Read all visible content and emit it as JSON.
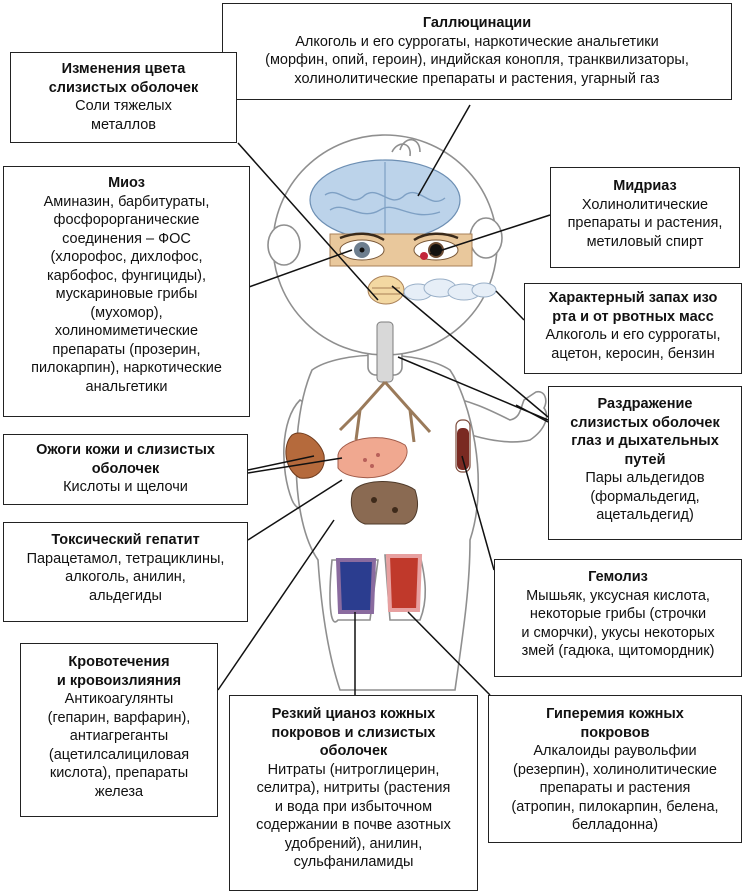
{
  "boxes": {
    "hallucinations": {
      "title": "Галлюцинации",
      "lines": [
        "Алкоголь и его суррогаты, наркотические анальгетики",
        "(морфин, опий, героин), индийская конопля, транквилизаторы,",
        "холинолитические препараты и растения, угарный газ"
      ]
    },
    "mucosa_color": {
      "title_lines": [
        "Изменения цвета",
        "слизистых оболочек"
      ],
      "lines": [
        "Соли тяжелых",
        "металлов"
      ]
    },
    "miosis": {
      "title": "Миоз",
      "lines": [
        "Аминазин, барбитураты,",
        "фосфорорганические",
        "соединения – ФОС",
        "(хлорофос, дихлофос,",
        "карбофос, фунгициды),",
        "мускариновые грибы",
        "(мухомор),",
        "холиномиметические",
        "препараты (прозерин,",
        "пилокарпин), наркотические",
        "анальгетики"
      ]
    },
    "mydriasis": {
      "title": "Мидриаз",
      "lines": [
        "Холинолитические",
        "препараты и растения,",
        "метиловый спирт"
      ]
    },
    "odor": {
      "title_lines": [
        "Характерный запах изо",
        "рта и от рвотных масс"
      ],
      "lines": [
        "Алкоголь и его суррогаты,",
        "ацетон, керосин, бензин"
      ]
    },
    "irritation": {
      "title_lines": [
        "Раздражение",
        "слизистых оболочек",
        "глаз и дыхательных",
        "путей"
      ],
      "lines": [
        "Пары альдегидов",
        "(формальдегид,",
        "ацетальдегид)"
      ]
    },
    "burns": {
      "title_lines": [
        "Ожоги кожи и слизистых",
        "оболочек"
      ],
      "lines": [
        "Кислоты и щелочи"
      ]
    },
    "hepatitis": {
      "title": "Токсический гепатит",
      "lines": [
        "Парацетамол, тетрациклины,",
        "алкоголь, анилин,",
        "альдегиды"
      ]
    },
    "hemolysis": {
      "title": "Гемолиз",
      "lines": [
        "Мышьяк, уксусная кислота,",
        "некоторые грибы (строчки",
        "и сморчки), укусы некоторых",
        "змей (гадюка, щитомордник)"
      ]
    },
    "bleeding": {
      "title_lines": [
        "Кровотечения",
        "и кровоизлияния"
      ],
      "lines": [
        "Антикоагулянты",
        "(гепарин, варфарин),",
        "антиагреганты",
        "(ацетилсалициловая",
        "кислота), препараты",
        "железа"
      ]
    },
    "cyanosis": {
      "title_lines": [
        "Резкий цианоз кожных",
        "покровов и слизистых",
        "оболочек"
      ],
      "lines": [
        "Нитраты (нитроглицерин,",
        "селитра), нитриты (растения",
        "и вода при избыточном",
        "содержании в почве азотных",
        "удобрений), анилин,",
        "сульфаниламиды"
      ]
    },
    "hyperemia": {
      "title_lines": [
        "Гиперемия кожных",
        "покровов"
      ],
      "lines": [
        "Алкалоиды раувольфии",
        "(резерпин), холинолитические",
        "препараты и растения",
        "(атропин, пилокарпин, белена,",
        "белладонна)"
      ]
    }
  }
}
